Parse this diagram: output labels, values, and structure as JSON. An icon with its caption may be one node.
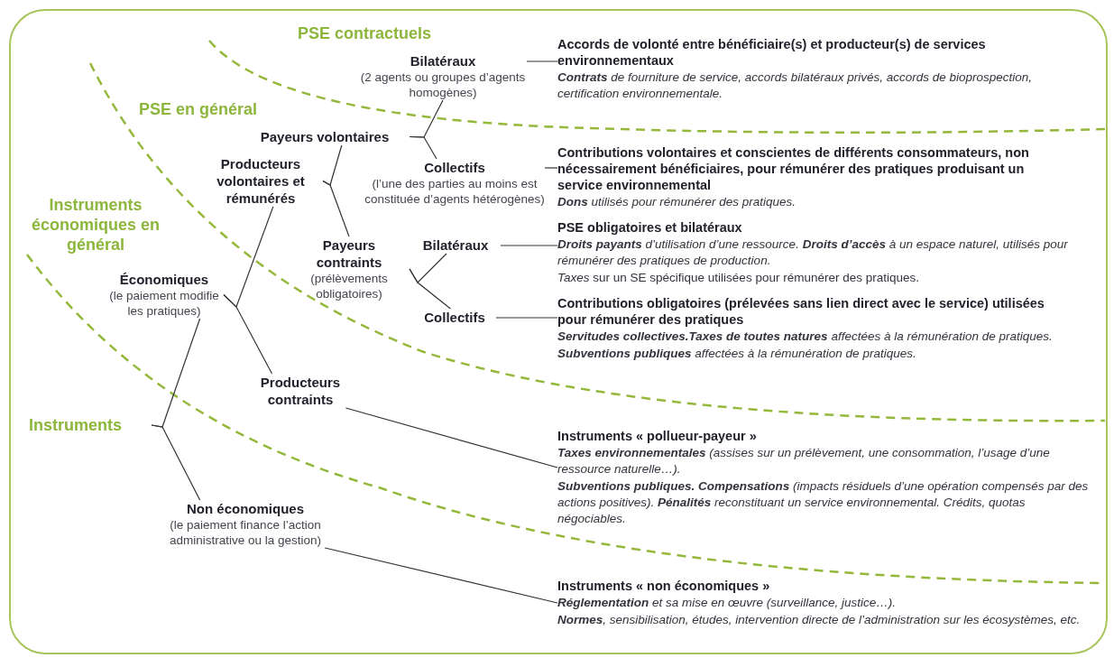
{
  "diagram": {
    "nodes": [
      {
        "text": [
          "Bilatéraux",
          "(2 agents ou groupes d’agents homogènes)"
        ]
      },
      {
        "text": [
          "Payeurs volontaires"
        ]
      },
      {
        "text": [
          "Producteurs volontaires et rémunérés"
        ]
      },
      {
        "text": [
          "Collectifs",
          "(l’une des parties au moins est constituée d’agents hétérogènes)"
        ]
      },
      {
        "text": [
          "Payeurs contraints",
          "(prélèvements obligatoires)"
        ]
      },
      {
        "text": [
          "Bilatéraux"
        ]
      },
      {
        "text": [
          "Économiques",
          "(le paiement modifie les pratiques)"
        ]
      },
      {
        "text": [
          "Collectifs"
        ]
      },
      {
        "text": [
          "Producteurs contraints"
        ]
      },
      {
        "text": [
          "Instruments"
        ]
      },
      {
        "text": [
          "Non économiques",
          "(le paiement finance l’action administrative ou la gestion)"
        ]
      },
      {
        "text": [
          "Accords de volonté entre bénéficiaire(s) et producteur(s) de services environnementaux",
          "**Contrats** de fourniture de service, accords bilatéraux privés, accords de bioprospection, certification environnementale."
        ]
      },
      {
        "text": [
          "Contributions volontaires et conscientes de différents consommateurs, non nécessairement bénéficiaires, pour rémunérer des pratiques produisant un service environnemental",
          "**Dons** utilisés pour rémunérer des pratiques."
        ]
      },
      {
        "text": [
          "PSE obligatoires et bilatéraux",
          "**Droits payants** d’utilisation d’une ressource. **Droits d’accès** à un espace naturel, utilisés pour rémunérer des pratiques de production.",
          "*Taxes* sur un SE spécifique utilisées pour rémunérer des pratiques."
        ]
      },
      {
        "text": [
          "Contributions obligatoires (prélevées sans lien direct avec le service) utilisées pour rémunérer des pratiques",
          "**Servitudes collectives.Taxes de toutes natures** affectées à la rémunération de pratiques.",
          "**Subventions publiques** affectées à la rémunération de pratiques."
        ]
      },
      {
        "text": [
          "Instruments « pollueur-payeur »",
          "**Taxes environnementales** (assises sur un prélèvement, une consommation, l’usage d’une ressource naturelle…).",
          "**Subventions publiques. Compensations** (impacts résiduels d’une opération compensés par des actions positives). **Pénalités** reconstituant un service environnemental. Crédits, quotas négociables."
        ]
      },
      {
        "text": [
          "Instruments « non économiques »",
          "**Réglementation** et sa mise en œuvre (surveillance, justice…).",
          "**Normes**, sensibilisation, études, intervention directe de l’administration sur les écosystèmes, etc."
        ]
      }
    ],
    "edges": [
      {
        "from": 9,
        "to": 6,
        "arrow": "none"
      },
      {
        "from": 9,
        "to": 10,
        "arrow": "none"
      },
      {
        "from": 6,
        "to": 2,
        "arrow": "none"
      },
      {
        "from": 6,
        "to": 8,
        "arrow": "none"
      },
      {
        "from": 2,
        "to": 1,
        "arrow": "none"
      },
      {
        "from": 2,
        "to": 4,
        "arrow": "none"
      },
      {
        "from": 1,
        "to": 0,
        "arrow": "none"
      },
      {
        "from": 1,
        "to": 3,
        "arrow": "none"
      },
      {
        "from": 4,
        "to": 5,
        "arrow": "none"
      },
      {
        "from": 4,
        "to": 7,
        "arrow": "none"
      },
      {
        "from": 0,
        "to": 11,
        "arrow": "none"
      },
      {
        "from": 3,
        "to": 12,
        "arrow": "none"
      },
      {
        "from": 5,
        "to": 13,
        "arrow": "none"
      },
      {
        "from": 7,
        "to": 14,
        "arrow": "none"
      },
      {
        "from": 8,
        "to": 15,
        "arrow": "none"
      },
      {
        "from": 10,
        "to": 16,
        "arrow": "none"
      }
    ],
    "labels": [
      "PSE contractuels",
      "PSE en général",
      "Instruments économiques en général"
    ]
  }
}
